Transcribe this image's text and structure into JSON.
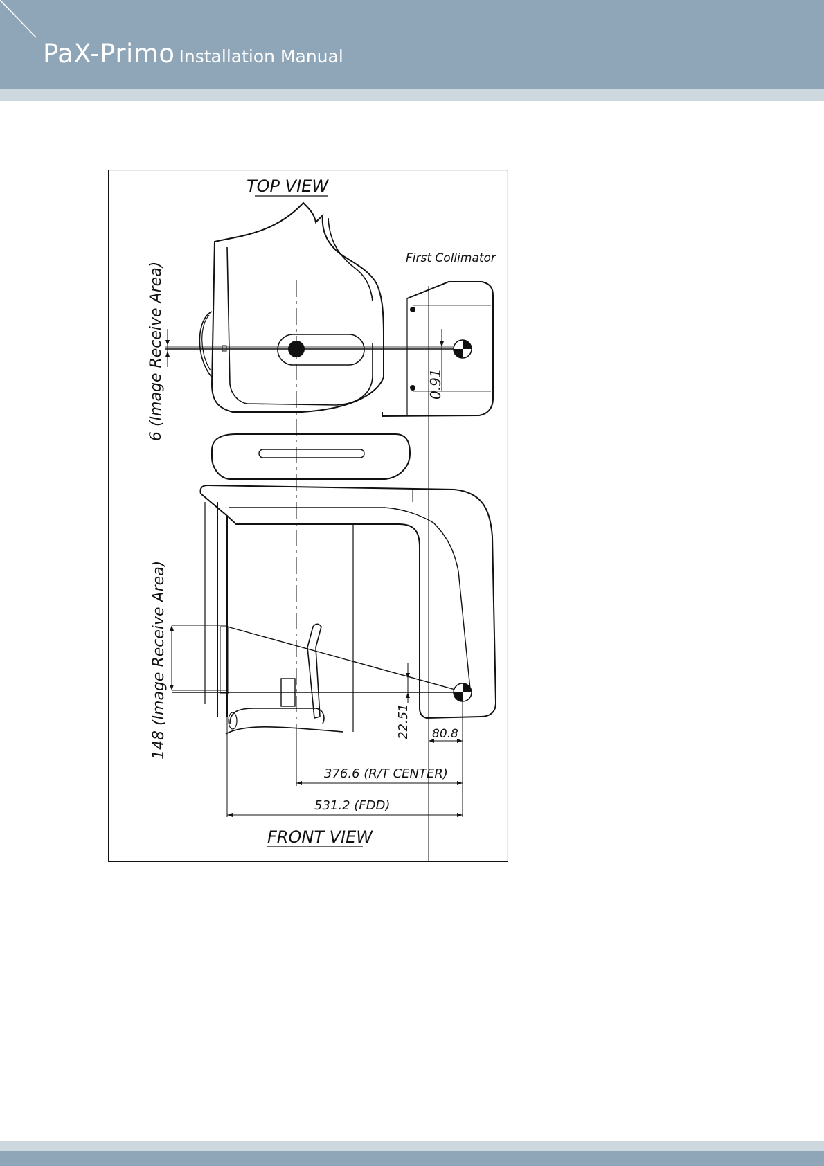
{
  "header": {
    "product": "PaX-Primo",
    "doc_title": "Installation Manual",
    "bg_color": "#8fa6b8",
    "strip_color": "#cdd7de"
  },
  "drawing": {
    "top_view_label": "TOP VIEW",
    "front_view_label": "FRONT VIEW",
    "first_collimator_label": "First Collimator",
    "dim_top_receive_area": "6 (Image Receive Area)",
    "dim_front_receive_area": "148 (Image Receive Area)",
    "dim_0_91": "0.91",
    "dim_22_51": "22.51",
    "dim_80_8": "80.8",
    "dim_rt_center": "376.6 (R/T CENTER)",
    "dim_fdd": "531.2 (FDD)"
  }
}
